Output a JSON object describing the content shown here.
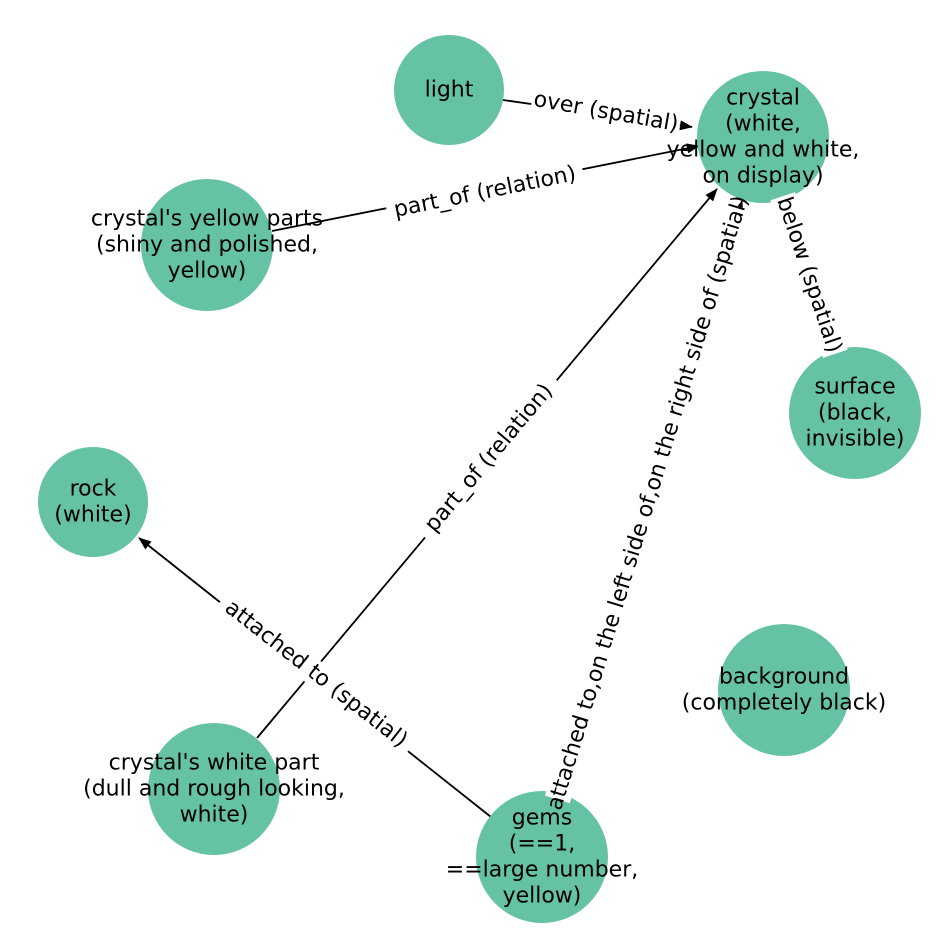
{
  "diagram": {
    "type": "node_link_graph",
    "description": "Scene graph of objects and spatial/relational edges",
    "canvas": {
      "width": "948",
      "height": "948",
      "background": "#ffffff"
    },
    "style": {
      "node_fill": "#66c2a5",
      "edge_color": "#000000",
      "label_color": "#000000",
      "edge_label_bg": "#ffffff"
    },
    "nodes": [
      {
        "id": "light",
        "lines": [
          "light"
        ]
      },
      {
        "id": "crystal",
        "lines": [
          "crystal",
          "(white,",
          "yellow and white,",
          "on display)"
        ]
      },
      {
        "id": "crystals_yellow_parts",
        "lines": [
          "crystal's yellow parts",
          "(shiny and polished,",
          "yellow)"
        ]
      },
      {
        "id": "surface",
        "lines": [
          "surface",
          "(black,",
          "invisible)"
        ]
      },
      {
        "id": "rock",
        "lines": [
          "rock",
          "(white)"
        ]
      },
      {
        "id": "background",
        "lines": [
          "background",
          "(completely black)"
        ]
      },
      {
        "id": "crystals_white_part",
        "lines": [
          "crystal's white part",
          "(dull and rough looking,",
          "white)"
        ]
      },
      {
        "id": "gems",
        "lines": [
          "gems",
          "(==1,",
          "==large number,",
          "yellow)"
        ]
      }
    ],
    "edges": [
      {
        "from": "light",
        "to": "crystal",
        "label": "over (spatial)"
      },
      {
        "from": "crystal's yellow parts",
        "to": "crystal",
        "label": "part_of (relation)"
      },
      {
        "from": "crystal's white part",
        "to": "crystal",
        "label": "part_of (relation)"
      },
      {
        "from": "gems",
        "to": "crystal",
        "label": "attached to,on the left side of,on the right side of (spatial)"
      },
      {
        "from": "gems",
        "to": "rock",
        "label": "attached to (spatial)"
      },
      {
        "from": "crystal",
        "to": "surface",
        "label": "below (spatial)"
      }
    ]
  }
}
